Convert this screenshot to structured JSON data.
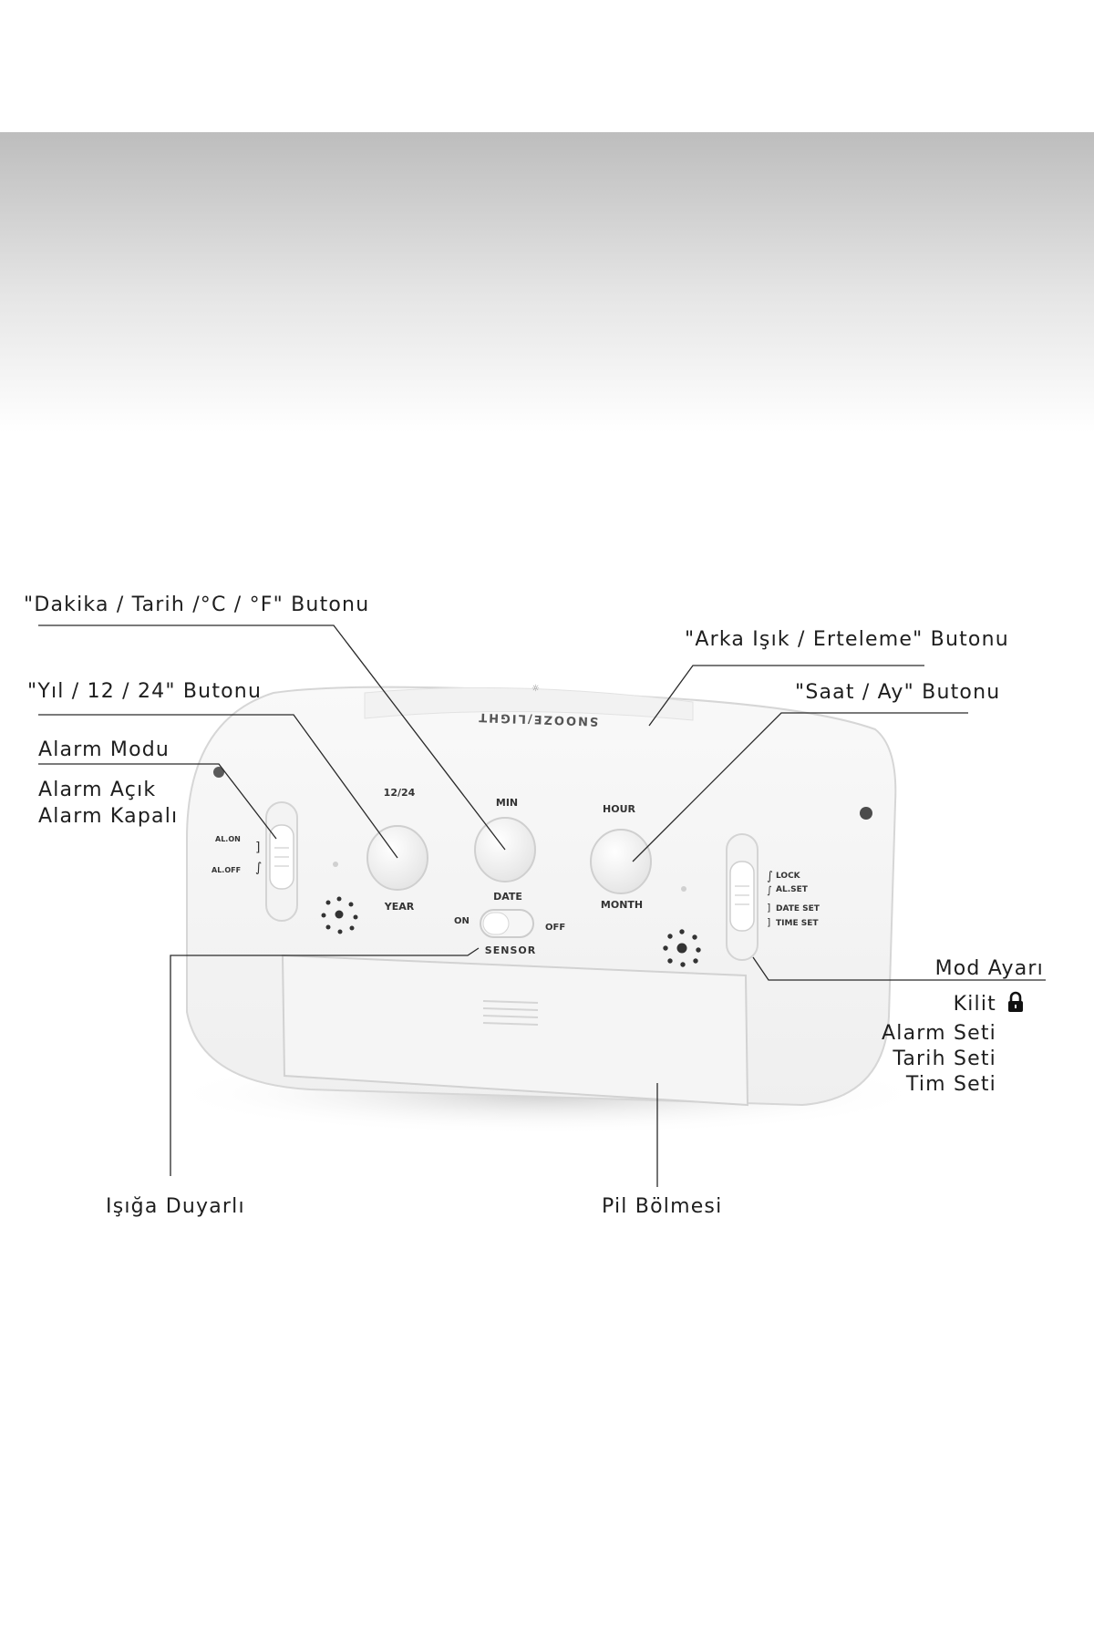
{
  "callouts": {
    "minute_button": "\"Dakika / Tarih /°C / °F\" Butonu",
    "year_button": "\"Yıl / 12 / 24\" Butonu",
    "alarm_mode": "Alarm Modu",
    "alarm_on": "Alarm Açık",
    "alarm_off": "Alarm Kapalı",
    "backlight_button": "\"Arka Işık / Erteleme\" Butonu",
    "hour_button": "\"Saat / Ay\" Butonu",
    "mode_setting": "Mod Ayarı",
    "lock": "Kilit",
    "alarm_set": "Alarm Seti",
    "date_set": "Tarih Seti",
    "time_set": "Tim Seti",
    "light_sensor": "Işığa Duyarlı",
    "battery": "Pil Bölmesi"
  },
  "device": {
    "top_label": "SNOOZE/LIGHT",
    "btn_12_24_top": "12/24",
    "btn_12_24_bottom": "YEAR",
    "btn_min_top": "MIN",
    "btn_min_bottom": "DATE",
    "btn_hour_top": "HOUR",
    "btn_hour_bottom": "MONTH",
    "alarm_on": "AL.ON",
    "alarm_off": "AL.OFF",
    "sensor_on": "ON",
    "sensor_off": "OFF",
    "sensor": "SENSOR",
    "mode_lock": "LOCK",
    "mode_al_set": "AL.SET",
    "mode_date_set": "DATE SET",
    "mode_time_set": "TIME SET"
  },
  "icons": [
    "lock-icon"
  ]
}
